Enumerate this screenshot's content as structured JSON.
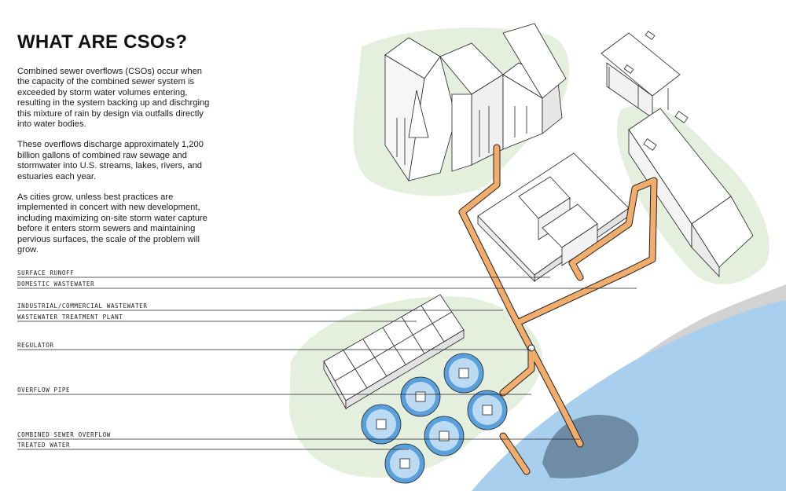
{
  "title": "WHAT ARE CSOs?",
  "paragraphs": [
    "Combined sewer overflows (CSOs) occur when the capacity of the combined sewer system is exceeded by storm water volumes entering, resulting in the system backing up and dischrging this mixture of rain by design via outfalls directly into water bodies.",
    "These overflows discharge approximately 1,200 billion gallons of combined raw sewage and stormwater into U.S. streams, lakes, rivers, and estuaries each year.",
    "As cities grow, unless best practices are implemented in concert with new development, including maximizing on-site storm water capture before it enters storm sewers and maintaining pervious surfaces, the scale of the problem will grow."
  ],
  "labels": {
    "surface_runoff": "SURFACE RUNOFF",
    "domestic_wastewater": "DOMESTIC WASTEWATER",
    "industrial_wastewater": "INDUSTRIAL/COMMERCIAL WASTEWATER",
    "treatment_plant": "WASTEWATER TREATMENT PLANT",
    "regulator": "REGULATOR",
    "overflow_pipe": "OVERFLOW PIPE",
    "combined_sewer_overflow": "COMBINED SEWER OVERFLOW",
    "treated_water": "TREATED WATER"
  },
  "colors": {
    "pipe": "#f2ad6c",
    "water": "#a9cfee",
    "water_dark": "#5d7992",
    "green": "#e4efde",
    "ink": "#222222"
  }
}
